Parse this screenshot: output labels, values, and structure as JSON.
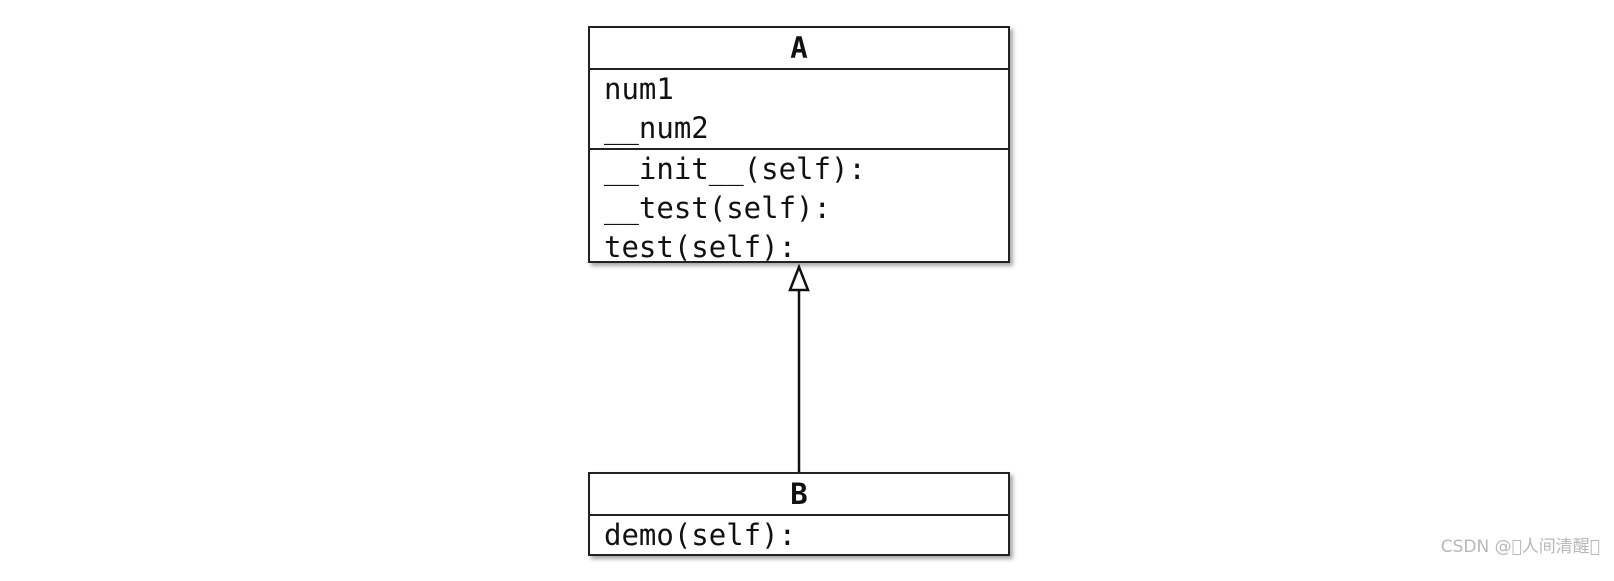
{
  "diagram": {
    "classes": [
      {
        "name": "A",
        "attributes": [
          "num1",
          "__num2"
        ],
        "methods": [
          "__init__(self):",
          "__test(self):",
          "test(self):"
        ]
      },
      {
        "name": "B",
        "attributes": [],
        "methods": [
          "demo(self):"
        ]
      }
    ],
    "relations": [
      {
        "type": "inheritance",
        "from": "B",
        "to": "A"
      }
    ]
  },
  "watermark": "CSDN @\u0000人间清醒\u0000"
}
